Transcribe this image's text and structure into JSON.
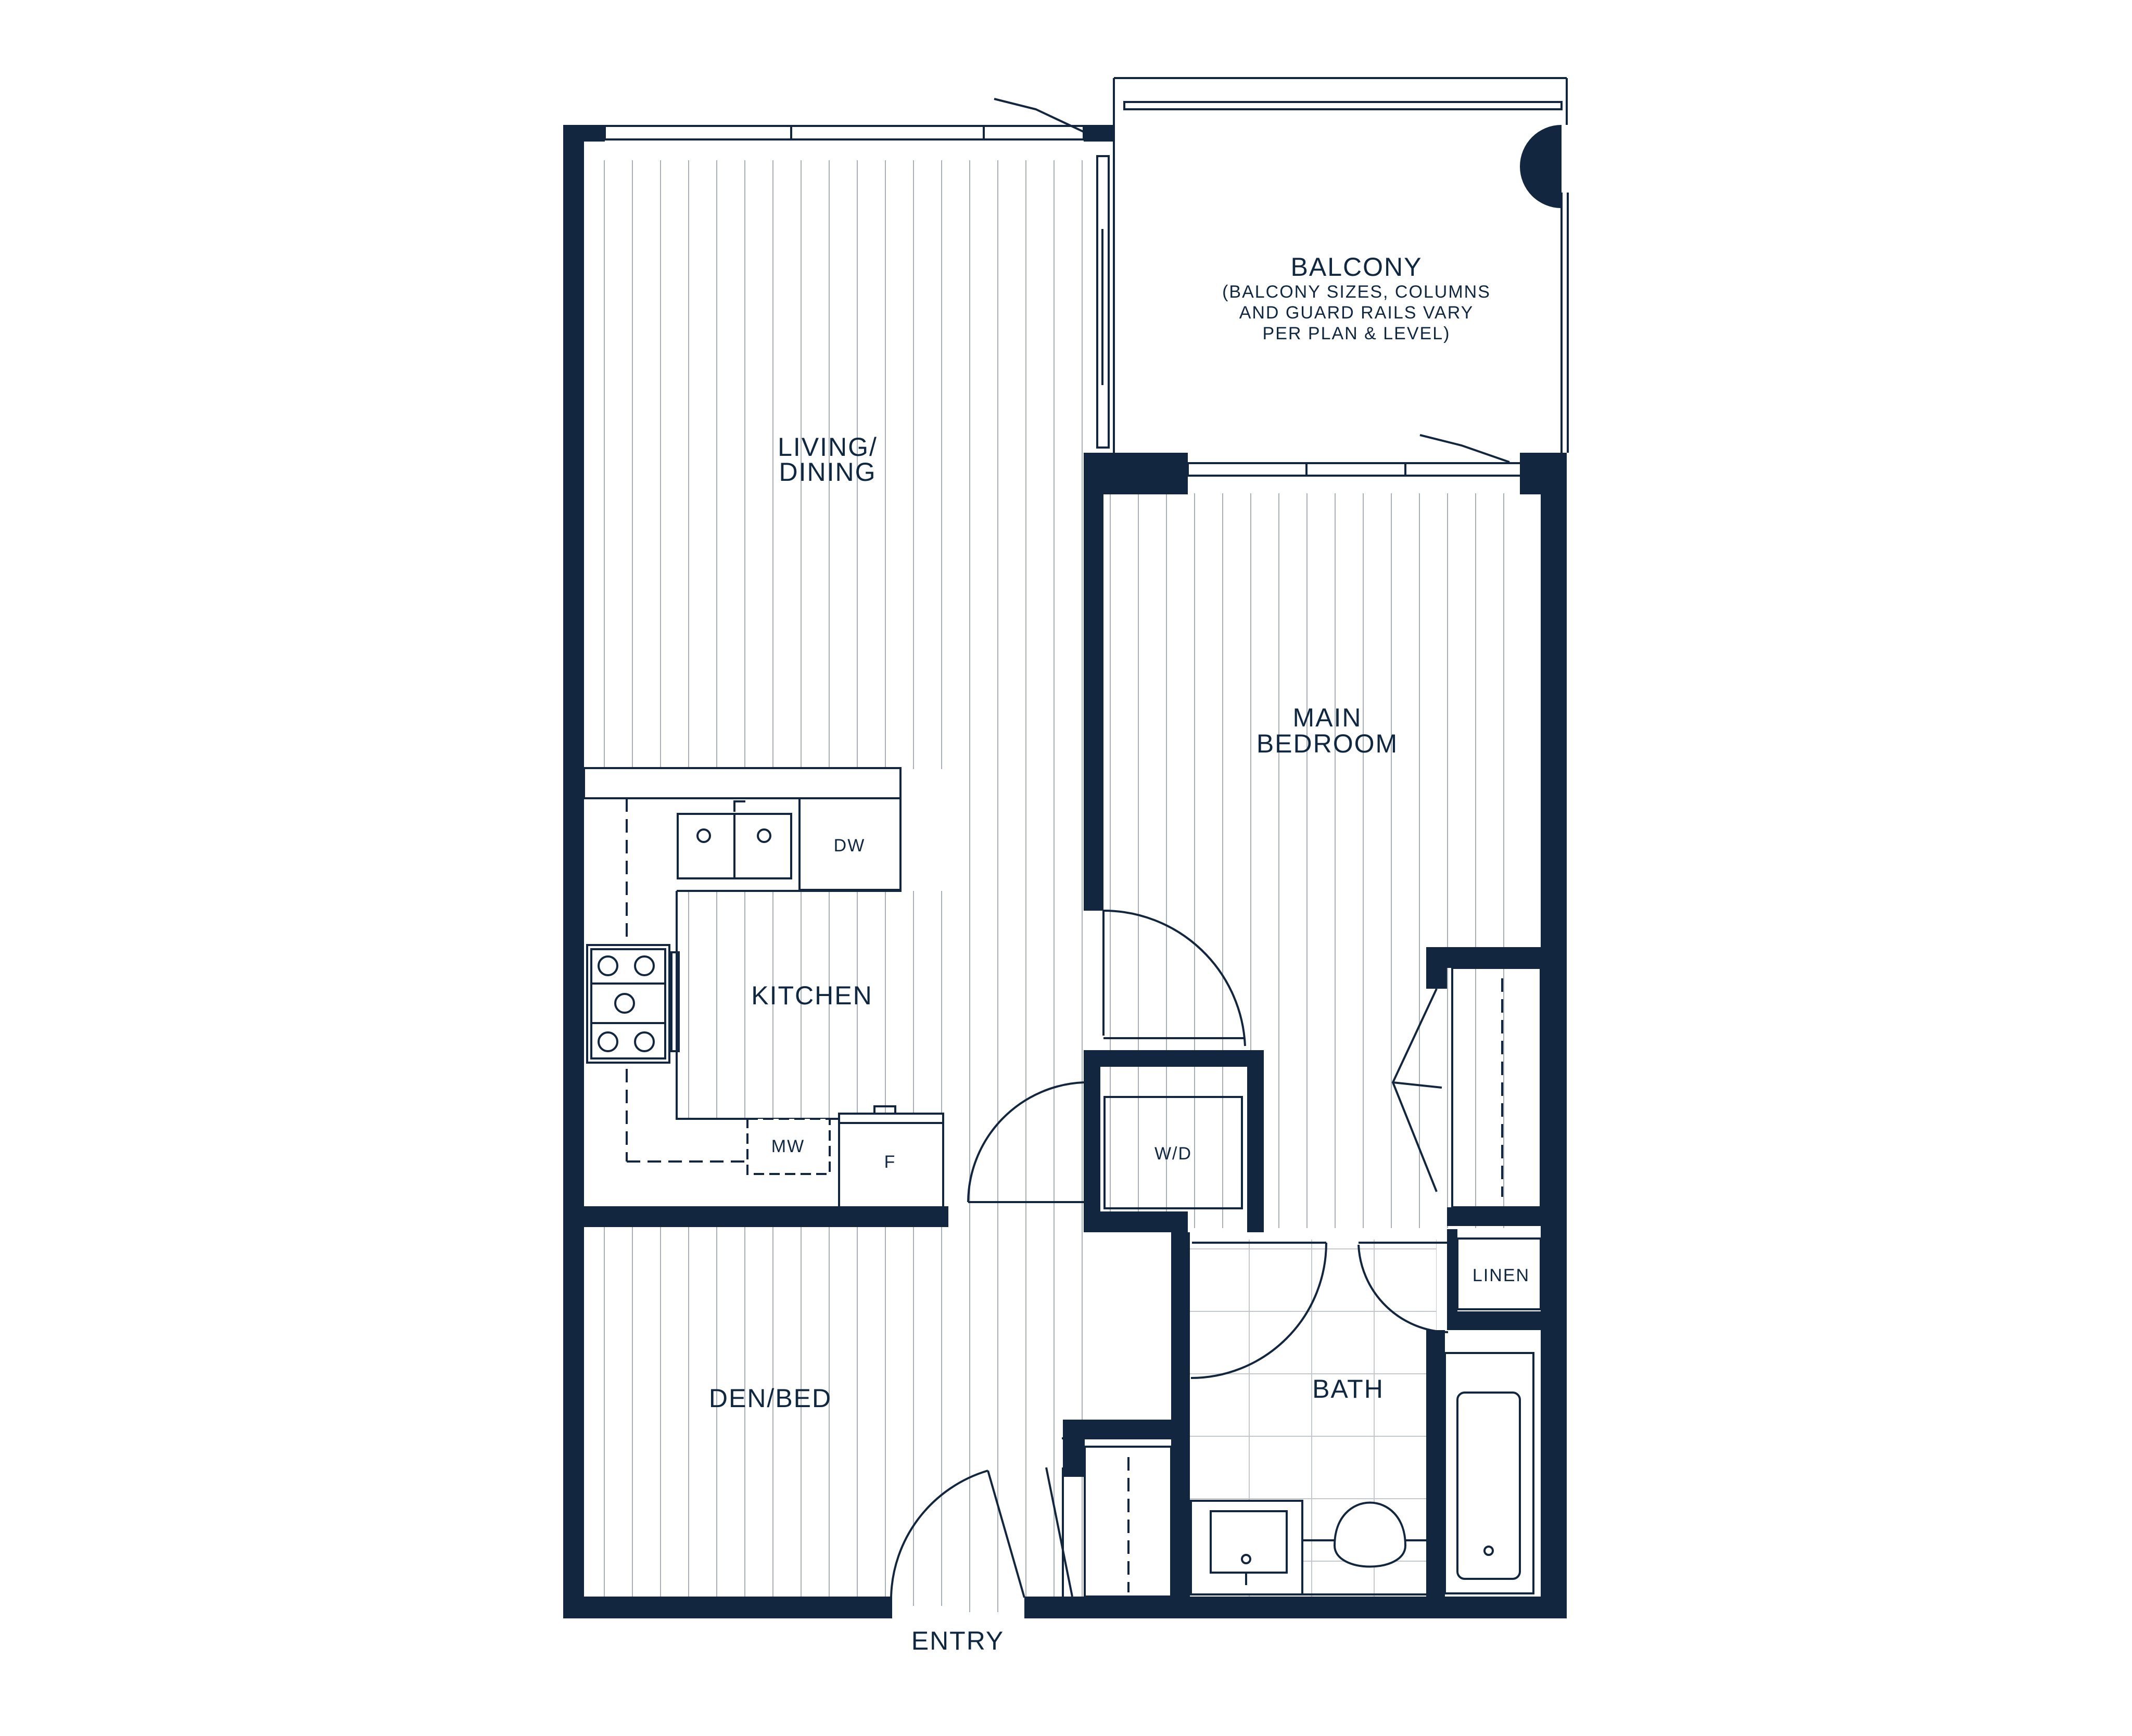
{
  "colors": {
    "wall": "#12263f",
    "line": "#12263f",
    "floor_stripe": "#a9afb8",
    "tile": "#c4c9cf",
    "background": "#ffffff"
  },
  "rooms": {
    "living": {
      "line1": "LIVING/",
      "line2": "DINING"
    },
    "main_bedroom": {
      "line1": "MAIN",
      "line2": "BEDROOM"
    },
    "kitchen": {
      "label": "KITCHEN"
    },
    "den": {
      "label": "DEN/BED"
    },
    "bath": {
      "label": "BATH"
    },
    "linen": {
      "label": "LINEN"
    },
    "balcony": {
      "title": "BALCONY",
      "note1": "(BALCONY SIZES, COLUMNS",
      "note2": "AND GUARD RAILS VARY",
      "note3": "PER PLAN & LEVEL)"
    },
    "entry": {
      "label": "ENTRY"
    }
  },
  "appliances": {
    "dishwasher": "DW",
    "microwave": "MW",
    "fridge": "F",
    "washer_dryer": "W/D"
  }
}
